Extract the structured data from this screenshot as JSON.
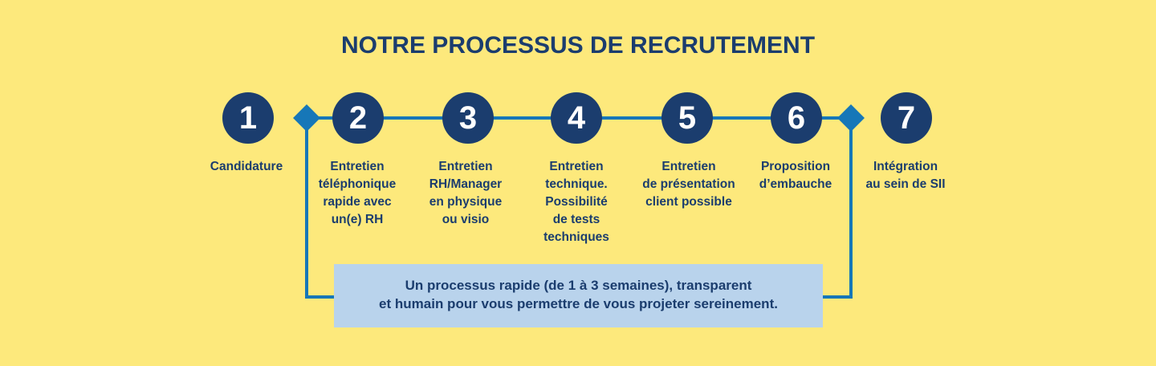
{
  "title": "NOTRE PROCESSUS DE RECRUTEMENT",
  "colors": {
    "background": "#FDE97C",
    "navy": "#1B3D6E",
    "line_blue": "#1677B8",
    "summary_box": "#B9D3EC"
  },
  "steps": [
    {
      "number": "1",
      "label": "Candidature"
    },
    {
      "number": "2",
      "label": "Entretien\ntéléphonique\nrapide avec\nun(e) RH"
    },
    {
      "number": "3",
      "label": "Entretien\nRH/Manager\nen physique\nou visio"
    },
    {
      "number": "4",
      "label": "Entretien\ntechnique.\nPossibilité\nde tests\ntechniques"
    },
    {
      "number": "5",
      "label": "Entretien\nde présentation\nclient possible"
    },
    {
      "number": "6",
      "label": "Proposition\nd’embauche"
    },
    {
      "number": "7",
      "label": "Intégration\nau sein de SII"
    }
  ],
  "summary": "Un processus rapide (de 1 à 3 semaines), transparent\net humain pour vous permettre de vous projeter sereinement."
}
